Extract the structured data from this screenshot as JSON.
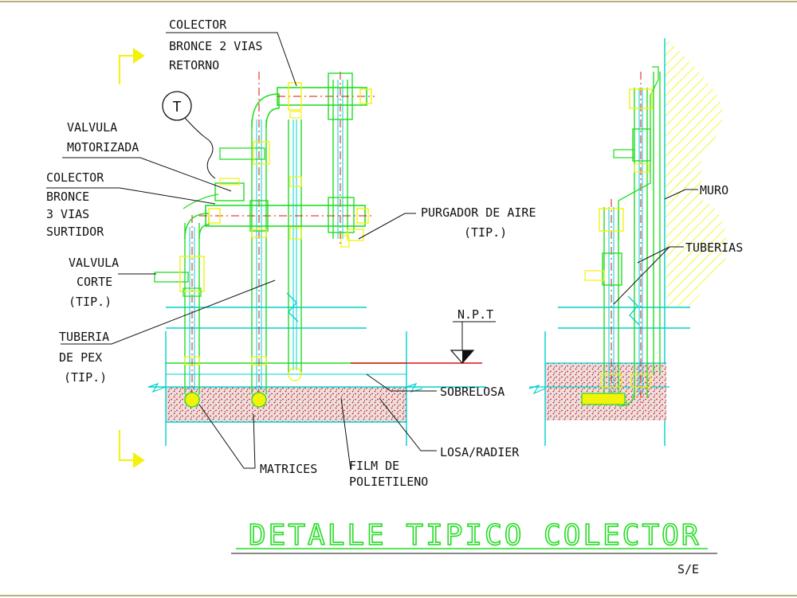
{
  "colors": {
    "cyan": "#00d0d0",
    "green": "#22dd22",
    "yellow": "#f2f20a",
    "red": "#e01010",
    "black": "#111111",
    "concrete_fill": "#f0dede",
    "concrete_dots": "#d11a1a",
    "border": "#b8b07a",
    "title": "#22dd22"
  },
  "labels": {
    "colector_retorno": [
      "COLECTOR",
      "BRONCE 2 VIAS",
      "RETORNO"
    ],
    "termostato": "T",
    "valvula_motorizada": [
      "VALVULA",
      "MOTORIZADA"
    ],
    "colector_surtidor": [
      "COLECTOR",
      "BRONCE",
      "3 VIAS",
      "SURTIDOR"
    ],
    "purgador": [
      "PURGADOR DE AIRE",
      "(TIP.)"
    ],
    "valvula_corte": [
      "VALVULA",
      "CORTE",
      "(TIP.)"
    ],
    "tuberia_pex": [
      "TUBERIA",
      "DE PEX",
      "(TIP.)"
    ],
    "npt": "N.P.T",
    "sobrelosa": "SOBRELOSA",
    "losa": "LOSA/RADIER",
    "matrices": "MATRICES",
    "film": [
      "FILM DE",
      "POLIETILENO"
    ],
    "muro": "MURO",
    "tuberias": "TUBERIAS"
  },
  "title": {
    "text": "DETALLE TIPICO COLECTOR",
    "scale": "S/E"
  }
}
